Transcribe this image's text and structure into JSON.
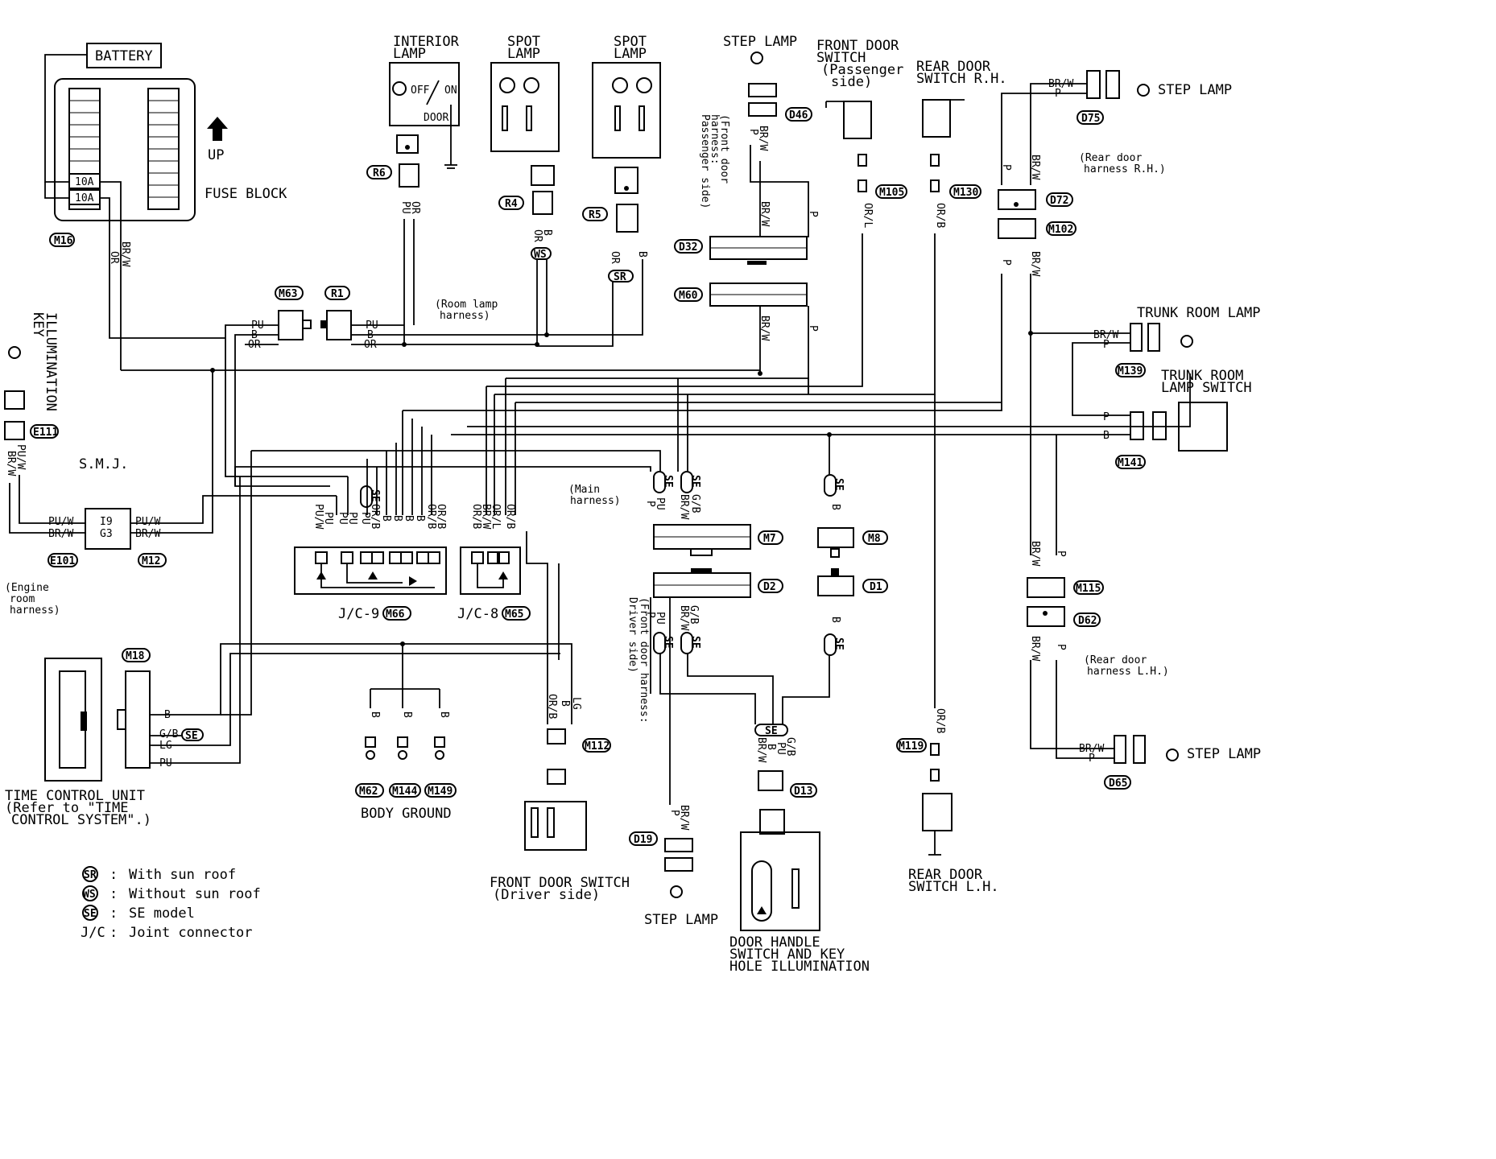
{
  "labels": {
    "battery": "BATTERY",
    "up": "UP",
    "fuse_block": "FUSE BLOCK",
    "fuse_a": "10A",
    "fuse_b": "10A",
    "interior_lamp": "INTERIOR",
    "interior_lamp2": "LAMP",
    "off": "OFF",
    "on": "ON",
    "door": "DOOR",
    "spot_lamp_1a": "SPOT",
    "spot_lamp_1b": "LAMP",
    "spot_lamp_2a": "SPOT",
    "spot_lamp_2b": "LAMP",
    "step_lamp_top": "STEP LAMP",
    "front_door_switch_pass_1": "FRONT DOOR",
    "front_door_switch_pass_2": "SWITCH",
    "front_door_switch_pass_3": "(Passenger",
    "front_door_switch_pass_4": "side)",
    "rear_door_switch_rh_1": "REAR DOOR",
    "rear_door_switch_rh_2": "SWITCH R.H.",
    "step_lamp_rh": "STEP LAMP",
    "rear_door_harness_rh_1": "(Rear door",
    "rear_door_harness_rh_2": "harness R.H.)",
    "trunk_room_lamp": "TRUNK ROOM LAMP",
    "trunk_room_lamp_switch_1": "TRUNK ROOM",
    "trunk_room_lamp_switch_2": "LAMP SWITCH",
    "key_illumination_1": "KEY",
    "key_illumination_2": "ILLUMINATION",
    "smj": "S.M.J.",
    "engine_room_1": "(Engine",
    "engine_room_2": "room",
    "engine_room_3": "harness)",
    "room_lamp_harness_1": "(Room lamp",
    "room_lamp_harness_2": "harness)",
    "main_harness_1": "(Main",
    "main_harness_2": "harness)",
    "front_door_harness_pass_1": "(Front door",
    "front_door_harness_pass_2": "harness:",
    "front_door_harness_pass_3": "Passenger side)",
    "front_door_harness_drv_1": "(Front door harness:",
    "front_door_harness_drv_2": "Driver side)",
    "jc9": "J/C-9",
    "jc8": "J/C-8",
    "body_ground": "BODY GROUND",
    "tcu_1": "TIME CONTROL UNIT",
    "tcu_2": "(Refer to \"TIME",
    "tcu_3": "CONTROL SYSTEM\".)",
    "front_door_switch_drv_1": "FRONT DOOR SWITCH",
    "front_door_switch_drv_2": "(Driver side)",
    "step_lamp_d19": "STEP LAMP",
    "door_handle_1": "DOOR HANDLE",
    "door_handle_2": "SWITCH AND KEY",
    "door_handle_3": "HOLE ILLUMINATION",
    "rear_door_switch_lh_1": "REAR DOOR",
    "rear_door_switch_lh_2": "SWITCH L.H.",
    "rear_door_harness_lh_1": "(Rear door",
    "rear_door_harness_lh_2": "harness L.H.)",
    "step_lamp_lh": "STEP LAMP"
  },
  "connectors": {
    "m16": "M16",
    "r6": "R6",
    "r4": "R4",
    "r5": "R5",
    "d46": "D46",
    "m105": "M105",
    "m130": "M130",
    "d75": "D75",
    "d72": "D72",
    "m102": "M102",
    "d32": "D32",
    "m60": "M60",
    "m63": "M63",
    "r1": "R1",
    "m139": "M139",
    "m141": "M141",
    "e111": "E111",
    "e101": "E101",
    "m12": "M12",
    "m66": "M66",
    "m65": "M65",
    "m7": "M7",
    "m8": "M8",
    "d2": "D2",
    "d1": "D1",
    "m115": "M115",
    "d62": "D62",
    "m18": "M18",
    "m62": "M62",
    "m144": "M144",
    "m149": "M149",
    "m112": "M112",
    "d19": "D19",
    "d13": "D13",
    "m119": "M119",
    "d65": "D65",
    "ws": "WS",
    "sr": "SR",
    "se": "SE"
  },
  "wires": {
    "pu": "PU",
    "b": "B",
    "or": "OR",
    "brw": "BR/W",
    "p": "P",
    "pu_w": "PU/W",
    "i9": "I9",
    "g3": "G3",
    "org": "OR/L",
    "orb": "OR/B",
    "gb": "G/B",
    "lg": "LG"
  },
  "legend": {
    "sr_key": "SR",
    "sr_text": "With sun roof",
    "ws_key": "WS",
    "ws_text": "Without sun roof",
    "se_key": "SE",
    "se_text": "SE model",
    "jc_key": "J/C",
    "jc_text": "Joint connector",
    "sep": ":"
  }
}
